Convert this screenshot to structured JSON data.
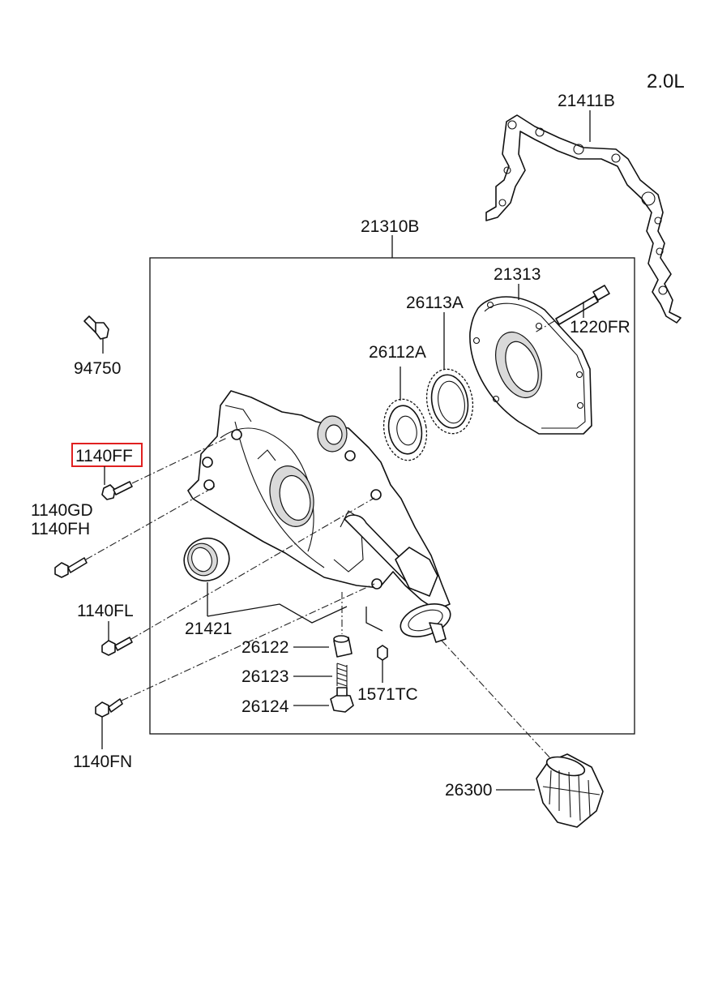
{
  "engine_label": "2.0L",
  "parts": {
    "p21411B": "21411B",
    "p21310B": "21310B",
    "p21313": "21313",
    "p26113A": "26113A",
    "p1220FR": "1220FR",
    "p26112A": "26112A",
    "p94750": "94750",
    "p1140FF": "1140FF",
    "p1140GD": "1140GD",
    "p1140FH": "1140FH",
    "p1140FL": "1140FL",
    "p21421": "21421",
    "p26122": "26122",
    "p26123": "26123",
    "p26124": "26124",
    "p1571TC": "1571TC",
    "p1140FN": "1140FN",
    "p26300": "26300"
  },
  "highlight_color": "#e02020"
}
